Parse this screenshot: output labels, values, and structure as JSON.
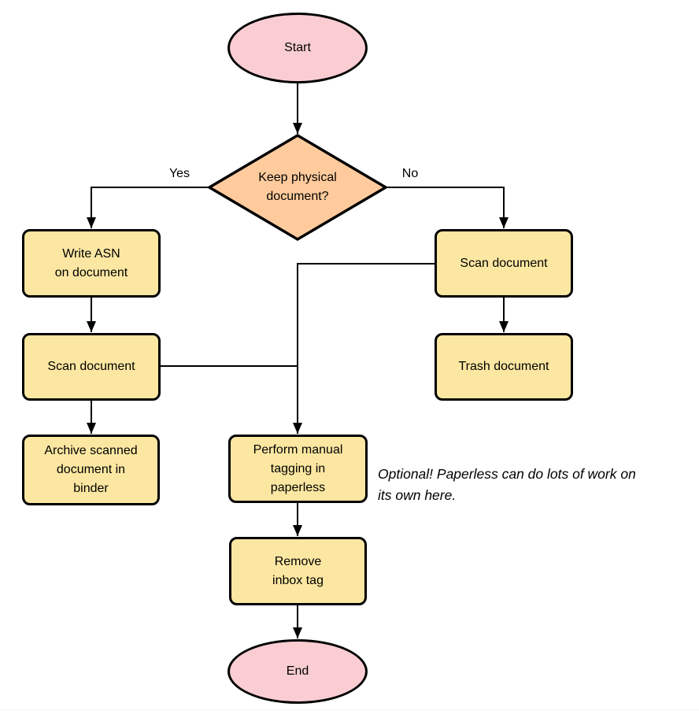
{
  "diagram": {
    "type": "flowchart",
    "nodes": {
      "start": {
        "label": "Start",
        "shape": "ellipse"
      },
      "decision": {
        "label": "Keep physical\ndocument?",
        "shape": "diamond"
      },
      "write_asn": {
        "label": "Write ASN\non document",
        "shape": "process"
      },
      "scan_left": {
        "label": "Scan document",
        "shape": "process"
      },
      "archive": {
        "label": "Archive scanned\ndocument in\nbinder",
        "shape": "process"
      },
      "scan_right": {
        "label": "Scan document",
        "shape": "process"
      },
      "trash": {
        "label": "Trash document",
        "shape": "process"
      },
      "tagging": {
        "label": "Perform manual\ntagging in\npaperless",
        "shape": "process"
      },
      "remove_inbox": {
        "label": "Remove\ninbox tag",
        "shape": "process"
      },
      "end": {
        "label": "End",
        "shape": "ellipse"
      }
    },
    "edge_labels": {
      "yes": "Yes",
      "no": "No"
    },
    "edges": [
      "start -> decision",
      "decision -Yes-> write_asn",
      "decision -No-> scan_right",
      "write_asn -> scan_left",
      "scan_left -> archive",
      "scan_right -> trash",
      "scan_right -> tagging",
      "scan_left -> tagging",
      "tagging -> remove_inbox",
      "remove_inbox -> end"
    ],
    "note": {
      "text": "Optional! Paperless can do lots of work on\nits own here."
    },
    "colors": {
      "terminal_fill": "#F9CDD1",
      "process_fill": "#FCE7A2",
      "decision_fill": "#FFCB9D",
      "stroke": "#000000",
      "text": "#000000",
      "background": "#FFFFFF"
    }
  }
}
